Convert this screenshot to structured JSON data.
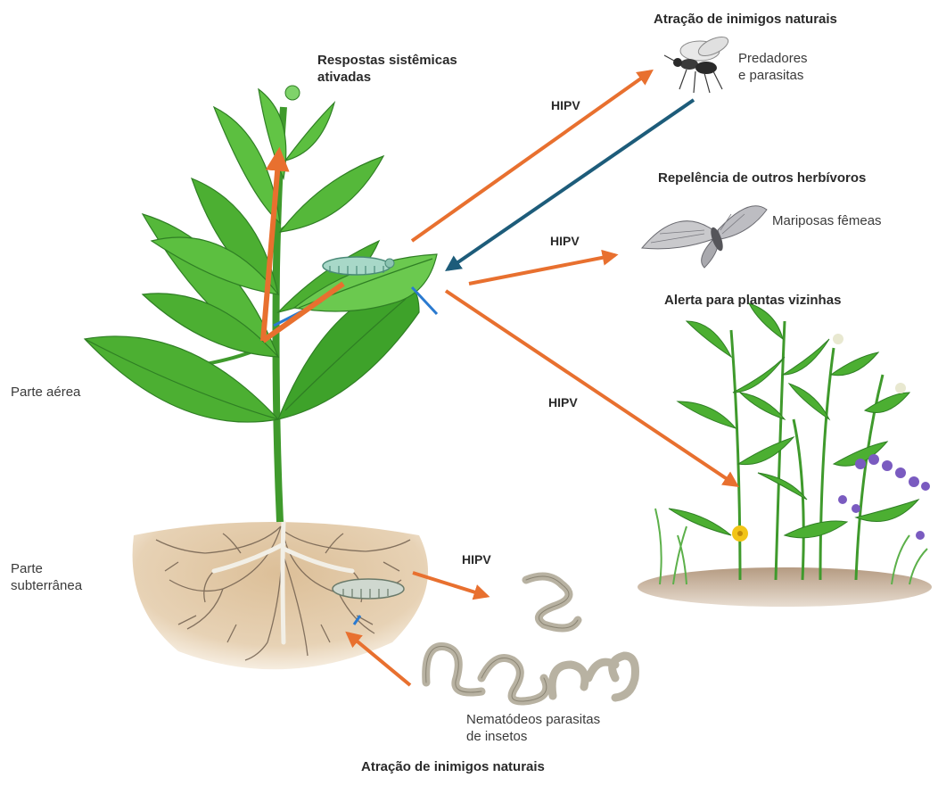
{
  "labels": {
    "systemic": "Respostas sistêmicas\nativadas",
    "aerial": "Parte aérea",
    "underground": "Parte\nsubterrânea",
    "attraction_top": "Atração de inimigos naturais",
    "predators": "Predadores\ne parasitas",
    "repellence": "Repelência de outros herbívoros",
    "moths": "Mariposas fêmeas",
    "alert": "Alerta para plantas vizinhas",
    "nematodes": "Nematódeos parasitas\nde insetos",
    "attraction_bottom": "Atração de inimigos naturais"
  },
  "hipv_label": "HIPV",
  "colors": {
    "signal_arrow": "#e8702f",
    "return_arrow": "#1d5c7a",
    "leaf": "#4caf32",
    "leaf_dark": "#2f7f24",
    "soil": "#d9b992",
    "root": "#6b5a4a",
    "nematode": "#b8b2a2",
    "flower_purple": "#7a5bc0",
    "flower_yellow": "#f2c417",
    "blue_mark": "#2a7ad0"
  },
  "icons": [
    "caterpillar-icon",
    "wasp-icon",
    "moth-icon",
    "nematode-icon"
  ]
}
